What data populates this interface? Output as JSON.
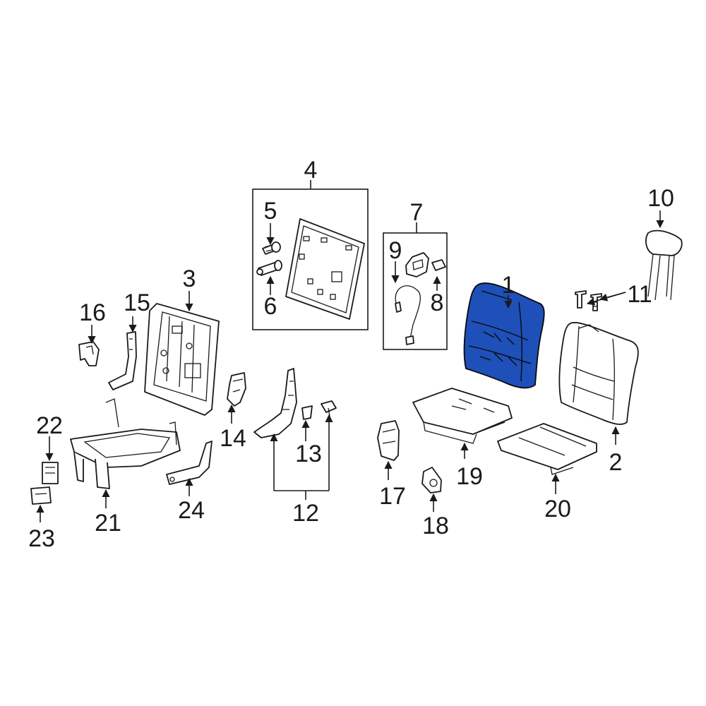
{
  "diagram": {
    "highlight_color": "#1f4fb8",
    "callouts": {
      "c1": "1",
      "c2": "2",
      "c3": "3",
      "c4": "4",
      "c5": "5",
      "c6": "6",
      "c7": "7",
      "c8": "8",
      "c9": "9",
      "c10": "10",
      "c11": "11",
      "c12": "12",
      "c13": "13",
      "c14": "14",
      "c15": "15",
      "c16": "16",
      "c17": "17",
      "c18": "18",
      "c19": "19",
      "c20": "20",
      "c21": "21",
      "c22": "22",
      "c23": "23",
      "c24": "24"
    }
  }
}
